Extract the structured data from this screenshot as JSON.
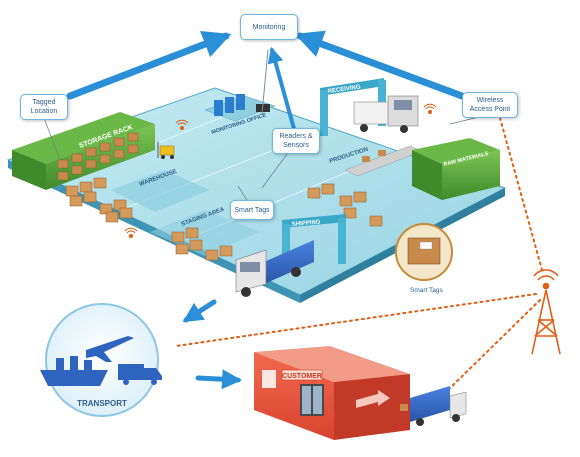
{
  "callouts": {
    "monitoring": "Monitoring",
    "tagged_location": "Tagged\nLocation",
    "wireless_access_point": "Wireless\nAccess Point",
    "readers_sensors": "Readers &\nSensors",
    "smart_tags": "Smart Tags"
  },
  "zones": {
    "storage_rack": "STORAGE RACK",
    "monitoring_office": "MONITORING OFFICE",
    "receiving": "RECEIVING",
    "production": "PRODUCTION",
    "raw_materials": "RAW MATERIALS",
    "warehouse": "WAREHOUSE",
    "staging_area": "STAGING AREA",
    "shipping": "SHIPPING"
  },
  "labels": {
    "smart_tags_box": "Smart Tags",
    "transport": "TRANSPORT",
    "customer": "CUSTOMER"
  },
  "colors": {
    "floor": "#a9dde8",
    "floor_edge": "#4fa6c4",
    "arrow": "#2a8fd6",
    "signal": "#e65c10",
    "green": "#5aa83a",
    "truck_blue": "#2f63c0",
    "building_red": "#e8543e"
  }
}
